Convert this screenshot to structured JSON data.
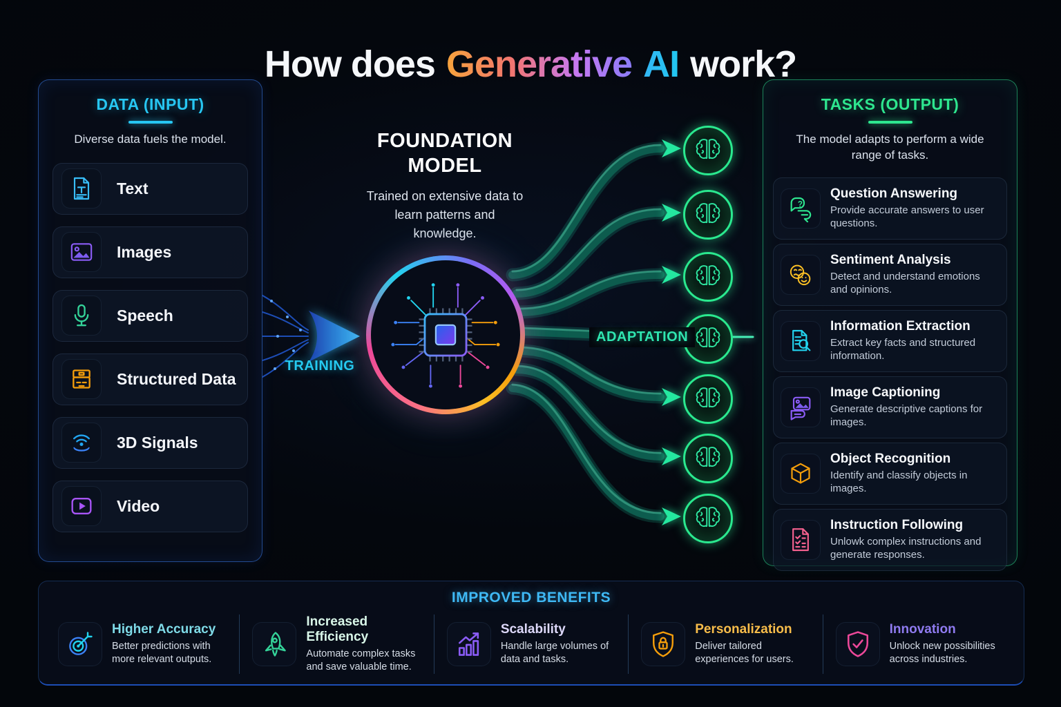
{
  "title": {
    "part1": "How does",
    "part2": "Generative",
    "part3": "AI",
    "part4": "work?"
  },
  "input_panel": {
    "heading": "DATA (INPUT)",
    "subtitle": "Diverse data fuels the model.",
    "items": [
      {
        "label": "Text",
        "icon": "text-document-icon",
        "color": "#38bdf8"
      },
      {
        "label": "Images",
        "icon": "image-icon",
        "color": "#8b5cf6"
      },
      {
        "label": "Speech",
        "icon": "microphone-icon",
        "color": "#34d399"
      },
      {
        "label": "Structured Data",
        "icon": "structured-data-icon",
        "color": "#f59e0b"
      },
      {
        "label": "3D Signals",
        "icon": "signal-icon",
        "color": "#3b82f6"
      },
      {
        "label": "Video",
        "icon": "video-play-icon",
        "color": "#a855f7"
      }
    ]
  },
  "center": {
    "model_title": "FOUNDATION\nMODEL",
    "model_desc": "Trained on extensive data to learn patterns and knowledge.",
    "training_label": "TRAINING",
    "adaptation_label": "ADAPTATION"
  },
  "output_panel": {
    "heading": "TASKS (OUTPUT)",
    "subtitle": "The model adapts to perform a wide range of tasks.",
    "tasks": [
      {
        "title": "Question Answering",
        "desc": "Provide accurate answers to user questions.",
        "icon": "chat-question-icon",
        "color": "#2ee68f"
      },
      {
        "title": "Sentiment Analysis",
        "desc": "Detect and understand emotions and opinions.",
        "icon": "smiley-faces-icon",
        "color": "#fbbf24"
      },
      {
        "title": "Information Extraction",
        "desc": "Extract key facts and structured information.",
        "icon": "document-magnifier-icon",
        "color": "#22d3ee"
      },
      {
        "title": "Image Captioning",
        "desc": "Generate descriptive captions for images.",
        "icon": "image-caption-icon",
        "color": "#8b5cf6"
      },
      {
        "title": "Object Recognition",
        "desc": "Identify and classify objects in images.",
        "icon": "cube-icon",
        "color": "#f59e0b"
      },
      {
        "title": "Instruction Following",
        "desc": "Unlowk complex instructions and generate responses.",
        "icon": "checklist-document-icon",
        "color": "#f5618f"
      }
    ]
  },
  "benefits_panel": {
    "heading": "IMPROVED BENEFITS",
    "benefits": [
      {
        "title": "Higher Accuracy",
        "desc": "Better predictions with more relevant outputs.",
        "icon": "target-arrow-icon",
        "title_color": "#7fdbe8"
      },
      {
        "title": "Increased Efficiency",
        "desc": "Automate complex tasks and save valuable time.",
        "icon": "rocket-icon",
        "title_color": "#d9f7e9"
      },
      {
        "title": "Scalability",
        "desc": "Handle large volumes of data and tasks.",
        "icon": "bar-chart-icon",
        "title_color": "#ddd8f9"
      },
      {
        "title": "Personalization",
        "desc": "Deliver tailored experiences for users.",
        "icon": "shield-lock-icon",
        "title_color": "#f8bd4a"
      },
      {
        "title": "Innovation",
        "desc": "Unlock new possibilities across industries.",
        "icon": "shield-check-icon",
        "title_color": "#8f7bf0"
      }
    ]
  },
  "accents": {
    "input_accent": "#27c6f2",
    "output_accent": "#2ee68f",
    "benefits_accent": "#3fb9f5",
    "training_color": "#25c9f0",
    "adaptation_color": "#2fe5b0",
    "tube_color": "#0f5c4e",
    "brain_ring_color": "#2ae98f"
  }
}
